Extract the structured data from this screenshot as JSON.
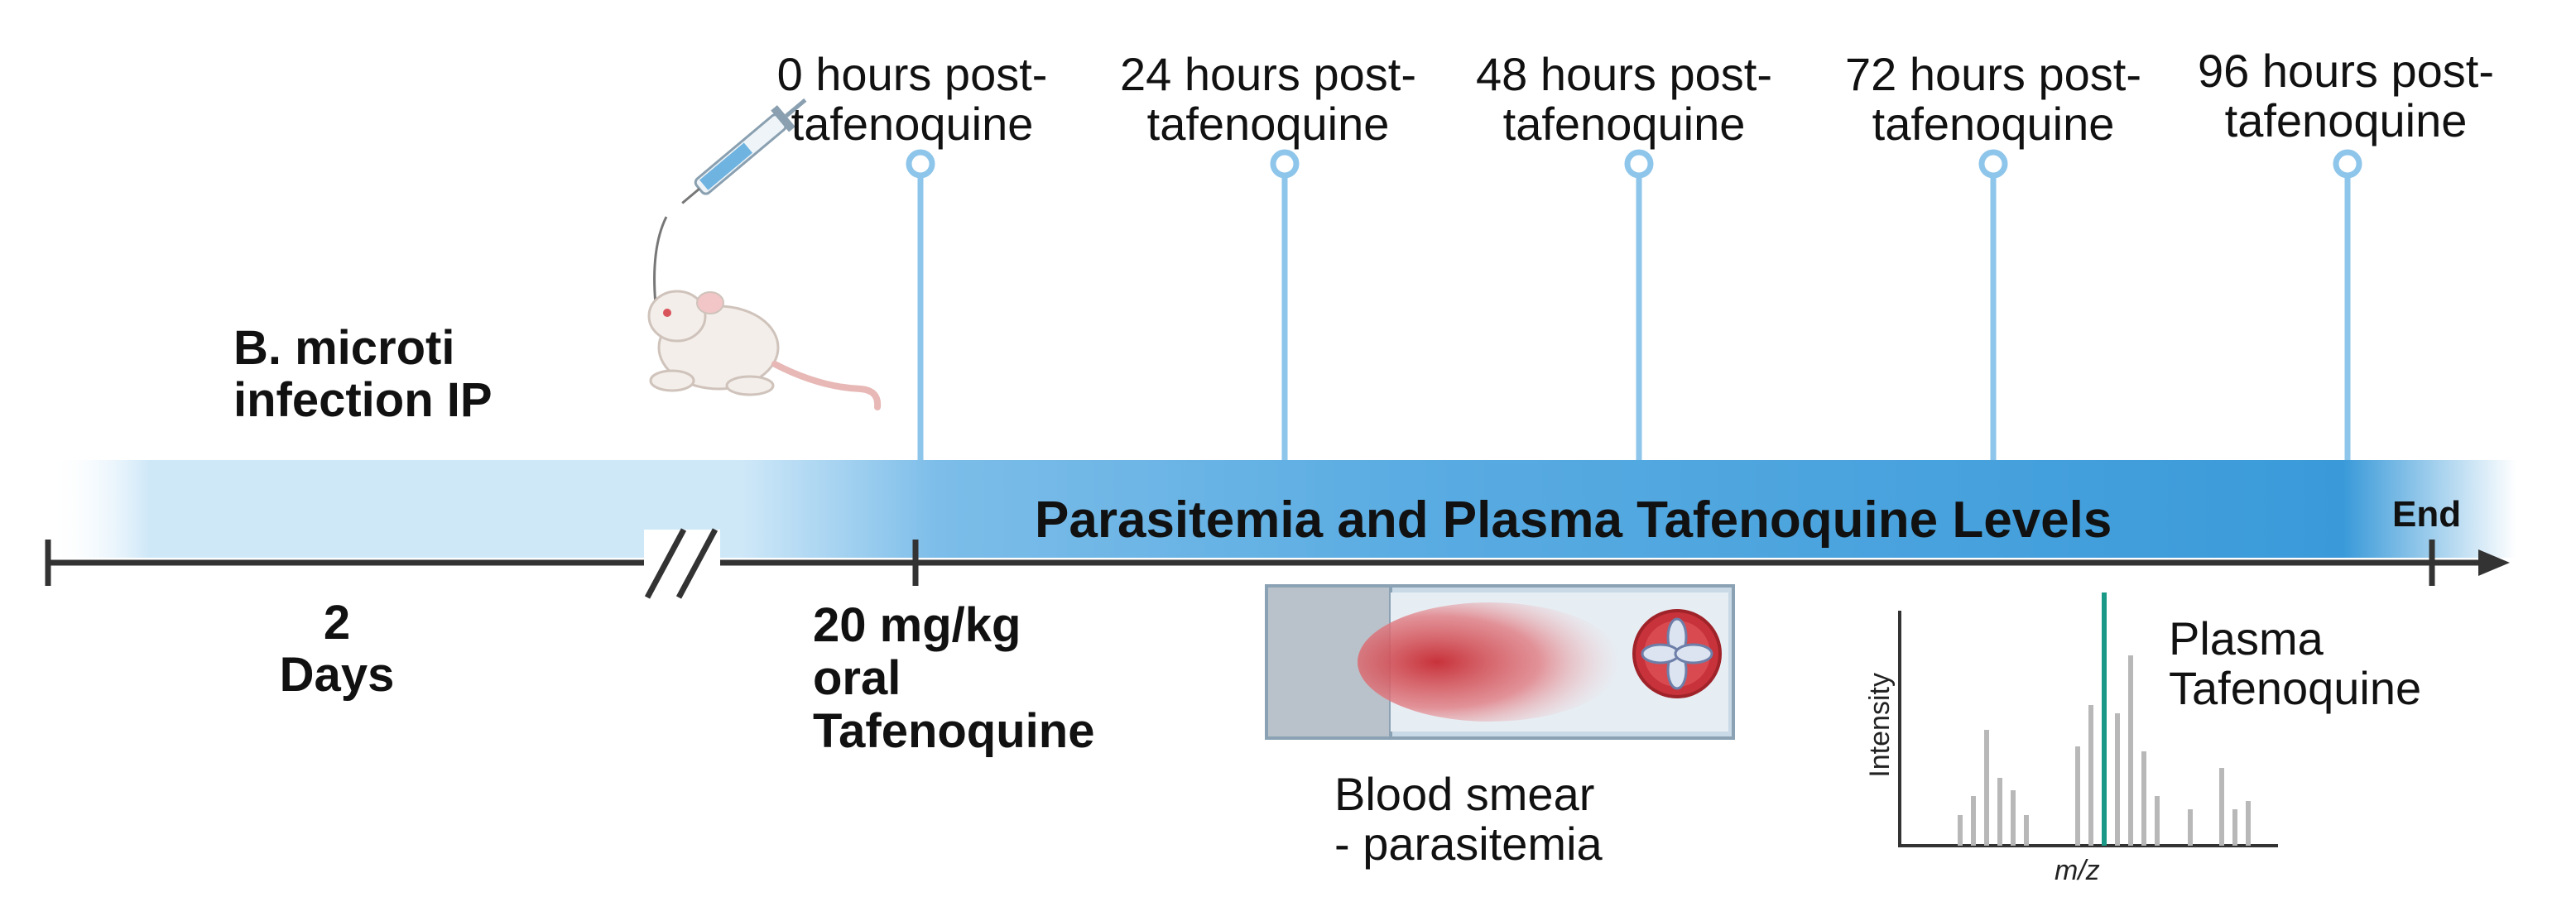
{
  "timepoints": [
    {
      "line1": "0 hours post-",
      "line2": "tafenoquine"
    },
    {
      "line1": "24 hours post-",
      "line2": "tafenoquine"
    },
    {
      "line1": "48 hours post-",
      "line2": "tafenoquine"
    },
    {
      "line1": "72 hours post-",
      "line2": "tafenoquine"
    },
    {
      "line1": "96 hours post-",
      "line2": "tafenoquine"
    }
  ],
  "infection": {
    "line1": "B. microti",
    "line2": "infection IP"
  },
  "band_title": "Parasitemia and Plasma Tafenoquine Levels",
  "end_label": "End",
  "duration": {
    "line1": "2",
    "line2": "Days"
  },
  "dose": {
    "line1": "20 mg/kg",
    "line2": "oral",
    "line3": "Tafenoquine"
  },
  "smear": {
    "line1": "Blood smear",
    "line2": "- parasitemia"
  },
  "plasma": {
    "line1": "Plasma",
    "line2": "Tafenoquine"
  },
  "ms_axes": {
    "y_label": "Intensity",
    "x_label": "m/z"
  },
  "colors": {
    "marker_blue": "#8ec5ea",
    "band_light": "#cfe8f8",
    "band_dark": "#3a9ad9",
    "axis_dark": "#333333",
    "peak_gray": "#b8b8b8",
    "peak_teal": "#1a9a86",
    "smear_red": "#c8323a"
  }
}
